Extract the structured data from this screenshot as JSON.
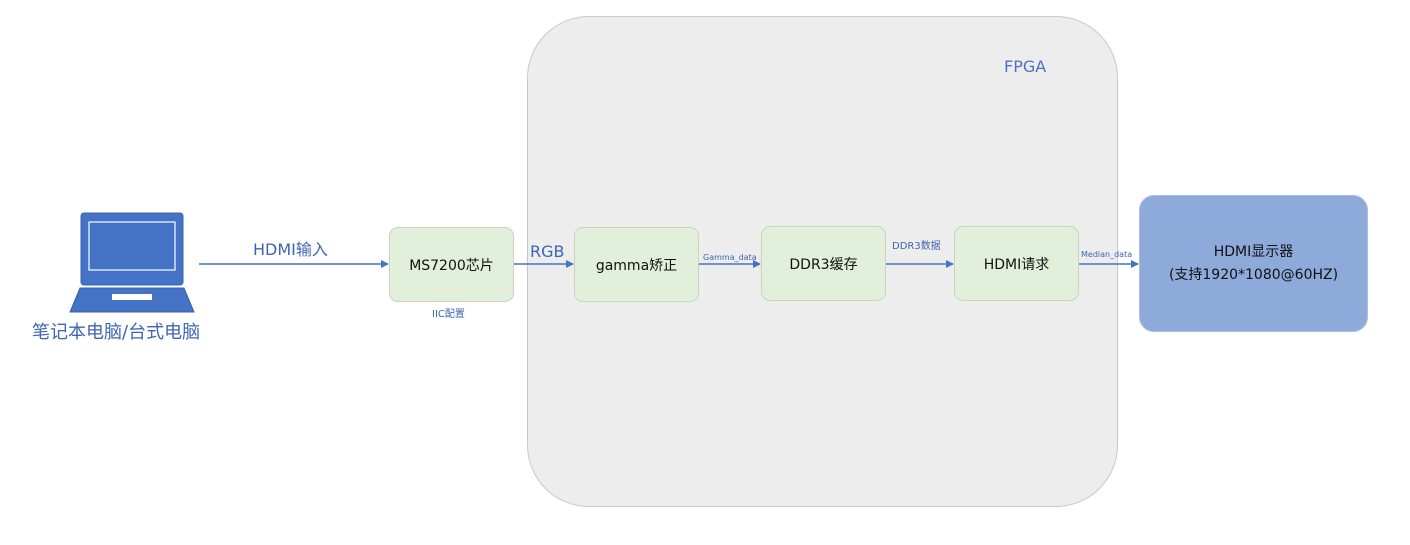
{
  "source": {
    "icon": "laptop-icon",
    "label": "笔记本电脑/台式电脑"
  },
  "region": {
    "label": "FPGA"
  },
  "blocks": {
    "ms7200": "MS7200芯片",
    "gamma": "gamma矫正",
    "ddr3": "DDR3缓存",
    "hdmi_req": "HDMI请求",
    "display_line1": "HDMI显示器",
    "display_line2": "(支持1920*1080@60HZ)"
  },
  "edges": {
    "hdmi_input": "HDMI输入",
    "iic_config": "IIC配置",
    "rgb": "RGB",
    "gamma_data": "Gamma_data",
    "ddr3_data": "DDR3数据",
    "median_data": "Median_data"
  },
  "colors": {
    "arrow": "#4472c4",
    "block_fill": "#e2efda",
    "display_fill": "#8eaadb",
    "region_fill": "#ededed",
    "laptop": "#4472c4"
  }
}
